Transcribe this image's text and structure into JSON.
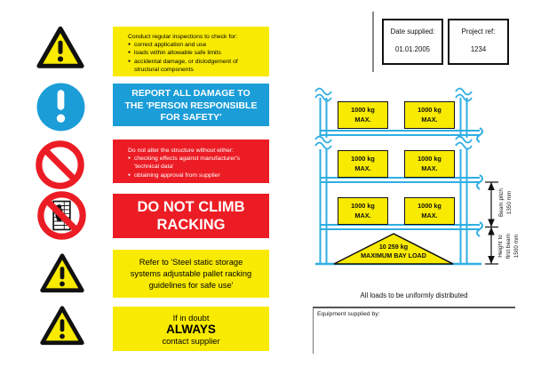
{
  "colors": {
    "yellow": "#F8EA00",
    "blue": "#1B9DD8",
    "red": "#EC1C24",
    "rack_cyan": "#2FAEE3",
    "black": "#111111",
    "white": "#FFFFFF"
  },
  "left_icons": [
    "warning-triangle",
    "mandatory-exclamation",
    "prohibition-circle",
    "no-climbing-prohibition",
    "warning-triangle",
    "warning-triangle"
  ],
  "panels": {
    "inspect": {
      "intro": "Conduct regular inspections to check for:",
      "bullets": [
        "correct application and use",
        "loads within allowable safe limits",
        "accidental damage, or dislodgement of structural components"
      ]
    },
    "report": {
      "lines": [
        "REPORT ALL DAMAGE TO",
        "THE 'PERSON RESPONSIBLE",
        "FOR SAFETY'"
      ]
    },
    "alter": {
      "intro": "Do not alter the structure without either:",
      "bullets": [
        "checking effects against manufacturer's 'technical data'",
        "obtaining approval from supplier"
      ]
    },
    "climb": {
      "lines": [
        "DO NOT CLIMB",
        "RACKING"
      ]
    },
    "refer": {
      "lines": [
        "Refer to 'Steel static storage",
        "systems adjustable pallet racking",
        "guidelines for safe use'"
      ]
    },
    "doubt": {
      "line1": "If in doubt",
      "line2": "ALWAYS",
      "line3": "contact supplier"
    }
  },
  "header": {
    "date_label": "Date supplied:",
    "date_value": "01.01.2005",
    "project_label": "Project ref:",
    "project_value": "1234"
  },
  "diagram": {
    "load_labels": [
      {
        "line1": "1000 kg",
        "line2": "MAX."
      },
      {
        "line1": "1000 kg",
        "line2": "MAX."
      },
      {
        "line1": "1000 kg",
        "line2": "MAX."
      },
      {
        "line1": "1000 kg",
        "line2": "MAX."
      },
      {
        "line1": "1000 kg",
        "line2": "MAX."
      },
      {
        "line1": "1000 kg",
        "line2": "MAX."
      }
    ],
    "bay_load_line1": "10 259 kg",
    "bay_load_line2": "MAXIMUM BAY LOAD",
    "beam_pitch_label": "Beam pitch",
    "beam_pitch_value": "1350 mm",
    "first_beam_label_line1": "Height to",
    "first_beam_label_line2": "first beam",
    "first_beam_value": "1500 mm"
  },
  "footer": {
    "uniform_note": "All loads to be uniformly distributed",
    "equipment_label": "Equipment supplied by:"
  }
}
